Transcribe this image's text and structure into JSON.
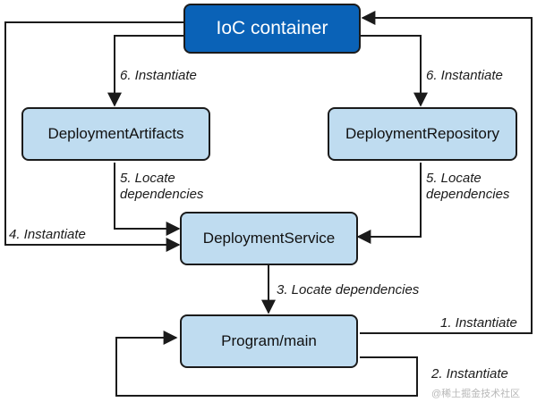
{
  "nodes": {
    "ioc": "IoC container",
    "artifacts": "DeploymentArtifacts",
    "repository": "DeploymentRepository",
    "service": "DeploymentService",
    "main": "Program/main"
  },
  "labels": {
    "instantiate_artifacts": "6. Instantiate",
    "instantiate_repository": "6. Instantiate",
    "locate_artifacts_1": "5. Locate",
    "locate_artifacts_2": "dependencies",
    "locate_repository_1": "5. Locate",
    "locate_repository_2": "dependencies",
    "instantiate_service": "4. Instantiate",
    "locate_main": "3. Locate dependencies",
    "instantiate_ioc": "1. Instantiate",
    "instantiate_main": "2. Instantiate"
  },
  "watermark": "@稀土掘金技术社区",
  "colors": {
    "primary_box": "#0a62b7",
    "secondary_box": "#bfdcf0",
    "line": "#1b1b1b"
  }
}
